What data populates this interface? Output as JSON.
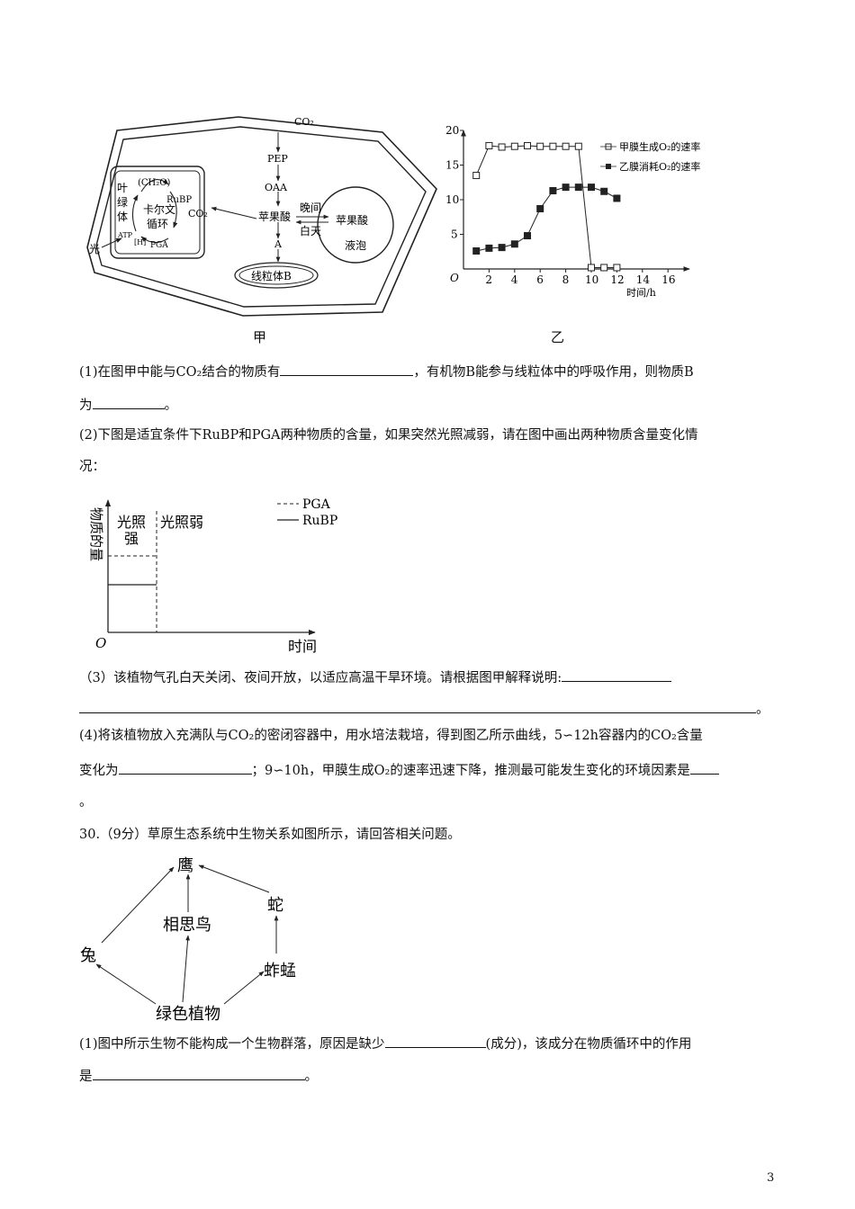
{
  "figure_jia": {
    "caption": "甲",
    "labels": {
      "co2_top": "CO₂",
      "pep": "PEP",
      "oaa": "OAA",
      "malic": "苹果酸",
      "a": "A",
      "mito": "线粒体B",
      "night": "晚间",
      "day": "白天",
      "vac_malic": "苹果酸",
      "vacuole": "液泡",
      "ch2o": "(CH₂O)",
      "rubp": "RuBP",
      "calvin1": "卡尔文",
      "calvin2": "循环",
      "pga": "PGA",
      "atp": "ATP",
      "h": "[H]",
      "co2_mid": "CO₂",
      "chloro1": "叶",
      "chloro2": "绿",
      "chloro3": "体",
      "light": "光"
    }
  },
  "chart_yi": {
    "caption": "乙",
    "legend": [
      "甲膜生成O₂的速率",
      "乙膜消耗O₂的速率"
    ],
    "xlabel": "时间/h",
    "origin": "O",
    "xticks": [
      "2",
      "4",
      "6",
      "8",
      "10",
      "12",
      "14",
      "16"
    ],
    "yticks": [
      "5",
      "10",
      "15",
      "20"
    ]
  },
  "chart_data": {
    "type": "line",
    "xlabel": "时间/h",
    "ylabel": "",
    "xlim": [
      0,
      17
    ],
    "ylim": [
      0,
      20
    ],
    "series": [
      {
        "name": "甲膜生成O₂的速率",
        "marker": "open-square",
        "x": [
          1,
          2,
          3,
          4,
          5,
          6,
          7,
          8,
          9,
          10,
          11,
          12
        ],
        "y": [
          13.5,
          17.8,
          17.6,
          17.7,
          17.8,
          17.7,
          17.7,
          17.7,
          17.7,
          0.2,
          0.2,
          0.2
        ]
      },
      {
        "name": "乙膜消耗O₂的速率",
        "marker": "filled-square",
        "x": [
          1,
          2,
          3,
          4,
          5,
          6,
          7,
          8,
          9,
          10,
          11,
          12
        ],
        "y": [
          2.6,
          3.0,
          3.1,
          3.6,
          4.8,
          8.7,
          11.3,
          11.8,
          11.8,
          11.8,
          11.2,
          10.2
        ]
      }
    ]
  },
  "q29": {
    "q1_a": "(1)在图甲中能与CO₂结合的物质有",
    "q1_b": "，有机物B能参与线粒体中的呼吸作用，则物质B",
    "q1_c": "为",
    "q1_d": "。",
    "q2_a": "(2)下图是适宜条件下RuBP和PGA两种物质的含量，如果突然光照减弱，请在图中画出两种物质含量变化情",
    "q2_b": "况：",
    "q3_a": "（3）该植物气孔白天关闭、夜间开放，以适应高温干旱环境。请根据图甲解释说明:",
    "q3_end": "。",
    "q4_a": "(4)将该植物放入充满队与CO₂的密闭容器中，用水培法栽培，得到图乙所示曲线，5∽12h容器内的CO₂含量",
    "q4_b": "变化为",
    "q4_c": "；9∽10h，甲膜生成O₂的速率迅速下降，推测最可能发生变化的环境因素是",
    "q4_d": "。"
  },
  "fig_q2": {
    "ylabel": "物质的量",
    "strong1": "光照",
    "strong2": "强",
    "weak": "光照弱",
    "legend_pga": "PGA",
    "legend_rubp": "RuBP",
    "xlabel": "时间",
    "origin": "O"
  },
  "q30": {
    "title": "30.（9分）草原生态系统中生物关系如图所示，请回答相关问题。",
    "q1_a": "(1)图中所示生物不能构成一个生物群落，原因是缺少",
    "q1_b": "(成分)，该成分在物质循环中的作用",
    "q1_c": "是",
    "q1_d": "。"
  },
  "food_web": {
    "eagle": "鹰",
    "snake": "蛇",
    "bird": "相思鸟",
    "rabbit": "兔",
    "grasshopper": "蚱蜢",
    "plant": "绿色植物"
  },
  "page_number": "3"
}
